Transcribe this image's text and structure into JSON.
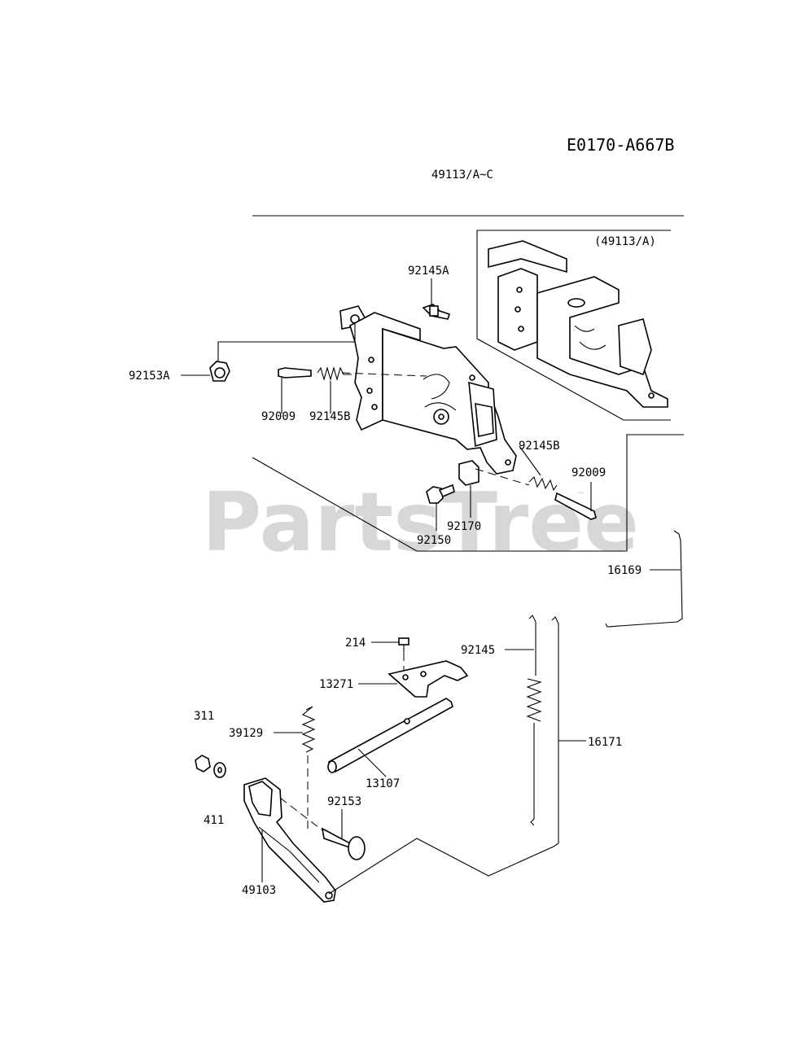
{
  "diagram": {
    "code": "E0170-A667B",
    "assembly_ref": "49113/A~C",
    "inset_label": "(49113/A)",
    "watermark": "PartsTree",
    "watermark_tm": "™",
    "callouts": {
      "p92145A": "92145A",
      "p92153A": "92153A",
      "p92009a": "92009",
      "p92145Ba": "92145B",
      "p92145Bb": "92145B",
      "p92009b": "92009",
      "p92170": "92170",
      "p92150": "92150",
      "p16169": "16169",
      "p214": "214",
      "p92145": "92145",
      "p13271": "13271",
      "p311": "311",
      "p39129": "39129",
      "p16171": "16171",
      "p13107": "13107",
      "p92153": "92153",
      "p411": "411",
      "p49103": "49103"
    }
  }
}
